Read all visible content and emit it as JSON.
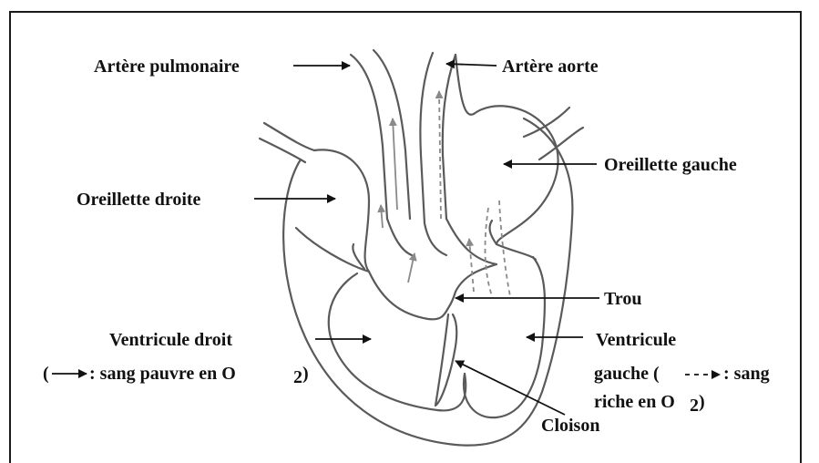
{
  "labels": {
    "artere_pulmonaire": "Artère pulmonaire",
    "artere_aorte": "Artère aorte",
    "oreillette_gauche": "Oreillette gauche",
    "oreillette_droite": "Oreillette droite",
    "trou": "Trou",
    "ventricule_droit": "Ventricule droit",
    "ventricule_droit_legend_open": "(",
    "ventricule_droit_legend_text": ": sang pauvre en O",
    "ventricule_droit_legend_sub": "2",
    "ventricule_droit_legend_close": ")",
    "ventricule_gauche_l1": "Ventricule",
    "ventricule_gauche_l2_a": "gauche (",
    "ventricule_gauche_l2_b": ": sang",
    "ventricule_gauche_l3_a": "riche en O",
    "ventricule_gauche_l3_sub": "2",
    "ventricule_gauche_l3_b": ")",
    "cloison": "Cloison"
  },
  "colors": {
    "outline": "#5a5a5a",
    "ink": "#111111",
    "flow_arrow": "#8a8a8a"
  }
}
